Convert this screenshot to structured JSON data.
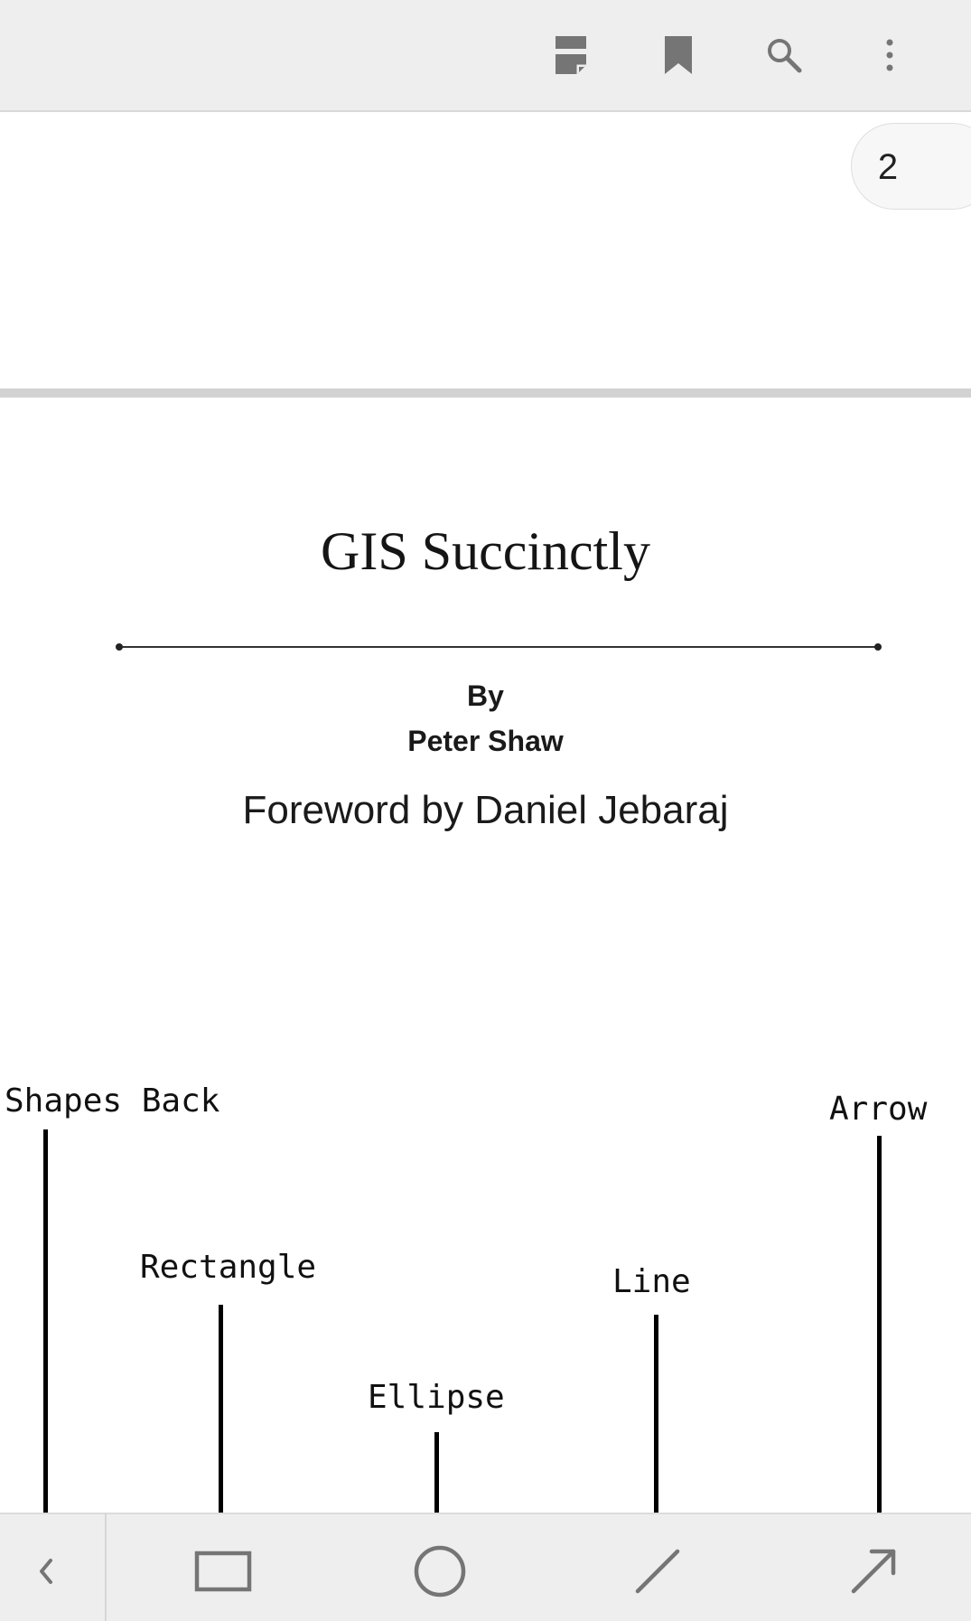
{
  "toolbar": {
    "icons": [
      "reading-mode-icon",
      "bookmark-icon",
      "search-icon",
      "more-options-icon"
    ]
  },
  "page_indicator": {
    "number": "2"
  },
  "document": {
    "title": "GIS Succinctly",
    "by_label": "By",
    "author": "Peter Shaw",
    "foreword": "Foreword by Daniel Jebaraj"
  },
  "callouts": {
    "shapes_back": "Shapes Back",
    "rectangle": "Rectangle",
    "ellipse": "Ellipse",
    "line": "Line",
    "arrow": "Arrow"
  },
  "bottom_toolbar": {
    "icons": [
      "back-chevron-icon",
      "rectangle-icon",
      "ellipse-icon",
      "line-icon",
      "arrow-icon"
    ]
  },
  "colors": {
    "toolbar_bg": "#eeeeee",
    "icon_gray": "#757575",
    "separator": "#d2d2d2"
  }
}
